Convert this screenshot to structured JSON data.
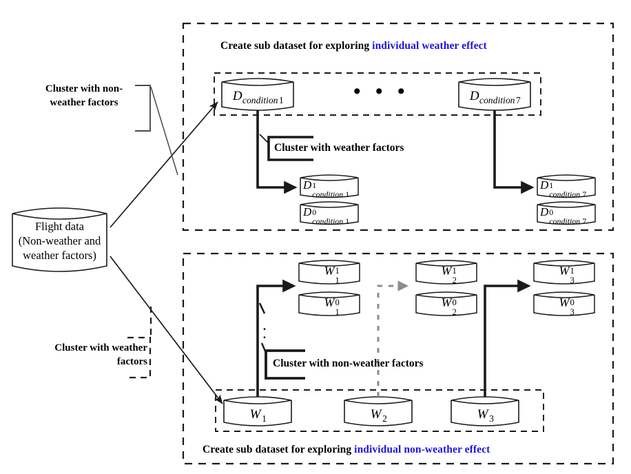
{
  "figure": {
    "title": "Flight data sub-dataset creation workflow",
    "colors": {
      "stroke": "#1a1a1a",
      "accent_blue": "#1a16e0",
      "gray_arrow": "#8c8c8c"
    }
  },
  "source": {
    "name": "flight-data-cylinder",
    "lines": [
      "Flight data",
      "(Non-weather and",
      "weather factors)"
    ]
  },
  "side_labels": [
    {
      "name": "cluster-with-non-weather-factors-label",
      "lines": [
        "Cluster with non-",
        "weather factors"
      ],
      "bracket": "solid"
    },
    {
      "name": "cluster-with-weather-factors-label",
      "lines": [
        "Cluster with weather",
        "factors"
      ],
      "bracket": "dashed"
    }
  ],
  "top_panel": {
    "name": "individual-weather-effect-panel",
    "title_prefix": "Create sub dataset for exploring ",
    "title_accent": "individual weather effect",
    "inline_label": "Cluster with weather factors",
    "ellipsis": "• • •",
    "condition_row": [
      {
        "name": "d-condition-1",
        "base": "D",
        "sub": "condition",
        "subnum": "1"
      },
      {
        "name": "d-condition-7",
        "base": "D",
        "sub": "condition",
        "subnum": "7"
      }
    ],
    "split_groups": [
      {
        "name": "d-condition-1-split",
        "items": [
          {
            "base": "D",
            "sup": "1",
            "sub": "condition",
            "subnum": "1"
          },
          {
            "base": "D",
            "sup": "0",
            "sub": "condition",
            "subnum": "1"
          }
        ]
      },
      {
        "name": "d-condition-7-split",
        "items": [
          {
            "base": "D",
            "sup": "1",
            "sub": "condition",
            "subnum": "7"
          },
          {
            "base": "D",
            "sup": "0",
            "sub": "condition",
            "subnum": "7"
          }
        ]
      }
    ]
  },
  "bottom_panel": {
    "name": "individual-non-weather-effect-panel",
    "title_prefix": "Create sub dataset for exploring ",
    "title_accent": "individual non-weather effect",
    "inline_label": "Cluster with non-weather factors",
    "vertical_ellipsis": "· ·",
    "w_row": [
      {
        "name": "w-1",
        "base": "W",
        "sub": "1"
      },
      {
        "name": "w-2",
        "base": "W",
        "sub": "2"
      },
      {
        "name": "w-3",
        "base": "W",
        "sub": "3"
      }
    ],
    "split_groups": [
      {
        "name": "w-1-split",
        "items": [
          {
            "base": "W",
            "sup": "1",
            "sub": "1"
          },
          {
            "base": "W",
            "sup": "0",
            "sub": "1"
          }
        ]
      },
      {
        "name": "w-2-split",
        "items": [
          {
            "base": "W",
            "sup": "1",
            "sub": "2"
          },
          {
            "base": "W",
            "sup": "0",
            "sub": "2"
          }
        ]
      },
      {
        "name": "w-3-split",
        "items": [
          {
            "base": "W",
            "sup": "1",
            "sub": "3"
          },
          {
            "base": "W",
            "sup": "0",
            "sub": "3"
          }
        ]
      }
    ]
  }
}
